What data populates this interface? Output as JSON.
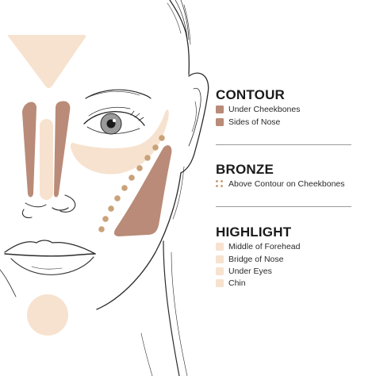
{
  "colors": {
    "contour": "#b98b78",
    "bronze": "#c9a27a",
    "highlight": "#f7e2cf",
    "text": "#1a1a1a",
    "line": "#2b2b2b"
  },
  "legend": {
    "contour": {
      "title": "CONTOUR",
      "items": [
        {
          "label": "Under Cheekbones",
          "swatch": "square"
        },
        {
          "label": "Sides of Nose",
          "swatch": "square"
        }
      ]
    },
    "bronze": {
      "title": "BRONZE",
      "items": [
        {
          "label": "Above Contour on Cheekbones",
          "swatch": "dots"
        }
      ]
    },
    "highlight": {
      "title": "HIGHLIGHT",
      "items": [
        {
          "label": "Middle of Forehead",
          "swatch": "square"
        },
        {
          "label": "Bridge of Nose",
          "swatch": "square"
        },
        {
          "label": "Under Eyes",
          "swatch": "square"
        },
        {
          "label": "Chin",
          "swatch": "square"
        }
      ]
    }
  }
}
